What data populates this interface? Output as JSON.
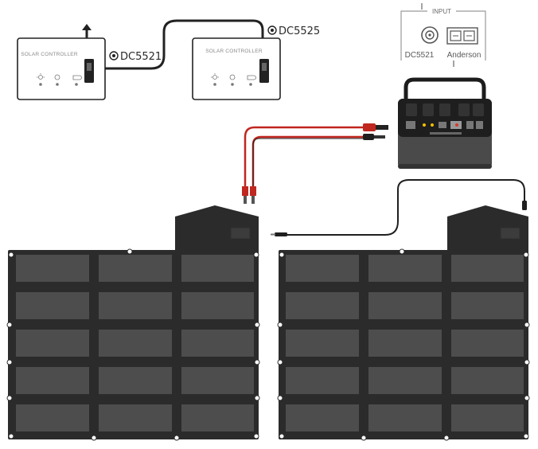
{
  "controllers": [
    {
      "label": "SOLAR CONTROLLER",
      "connector": "DC5521"
    },
    {
      "label": "SOLAR CONTROLLER",
      "connector": "DC5525"
    }
  ],
  "input_panel": {
    "title": "INPUT",
    "ports": [
      "DC5521",
      "Anderson"
    ]
  },
  "icons": {
    "output_arrow": "up-arrow-icon",
    "connector_marker": "circle-dot-icon",
    "controller_indicators": [
      "sun-icon",
      "bulb-icon",
      "battery-icon"
    ]
  },
  "colors": {
    "cable_red": "#c0271f",
    "cable_black": "#1f1f1f",
    "panel_frame": "#2b2b2b",
    "cell": "#4d4d4d"
  }
}
